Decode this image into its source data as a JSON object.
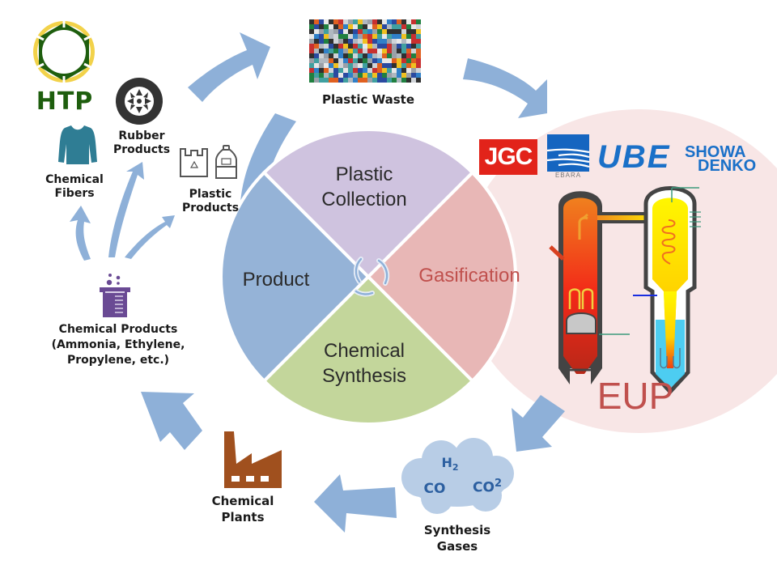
{
  "logo": {
    "text": "HTP",
    "colors": {
      "green": "#1e5e0e",
      "yellow": "#f2d24a"
    }
  },
  "cycle": {
    "segments": [
      {
        "id": "plastic-collection",
        "label_lines": [
          "Plastic",
          "Collection"
        ],
        "color": "#cfc3df"
      },
      {
        "id": "gasification",
        "label_lines": [
          "Gasification"
        ],
        "color": "#e8b7b6",
        "text_color": "#c0504d"
      },
      {
        "id": "chemical-synthesis",
        "label_lines": [
          "Chemical",
          "Synthesis"
        ],
        "color": "#c3d69b"
      },
      {
        "id": "product",
        "label_lines": [
          "Product"
        ],
        "color": "#95b3d7"
      }
    ]
  },
  "nodes": {
    "plastic_waste": {
      "label": "Plastic Waste"
    },
    "rubber_products": {
      "label_lines": [
        "Rubber",
        "Products"
      ]
    },
    "chemical_fibers": {
      "label_lines": [
        "Chemical",
        "Fibers"
      ]
    },
    "plastic_products": {
      "label_lines": [
        "Plastic",
        "Products"
      ]
    },
    "chemical_products": {
      "label_lines": [
        "Chemical Products",
        "(Ammonia, Ethylene,",
        "Propylene, etc.)"
      ]
    },
    "chemical_plants": {
      "label_lines": [
        "Chemical",
        "Plants"
      ]
    },
    "synthesis_gases": {
      "label_lines": [
        "Synthesis",
        "Gases"
      ],
      "gases": [
        "H2",
        "CO",
        "CO2"
      ]
    }
  },
  "partners": {
    "jgc": "JGC",
    "ebara": "EBARA",
    "ube": "UBE",
    "showa_denko_lines": [
      "SHOWA",
      "DENKO"
    ]
  },
  "process": {
    "label": "EUP"
  },
  "colors": {
    "arrow": "#8eb0d8",
    "eup_bg": "#f8e6e6",
    "eup_text": "#c0504d",
    "factory": "#a0501e",
    "beaker": "#6a4a94",
    "shirt": "#2f7d94",
    "cloud": "#b8cde6",
    "gas_text": "#2c5fa0"
  }
}
